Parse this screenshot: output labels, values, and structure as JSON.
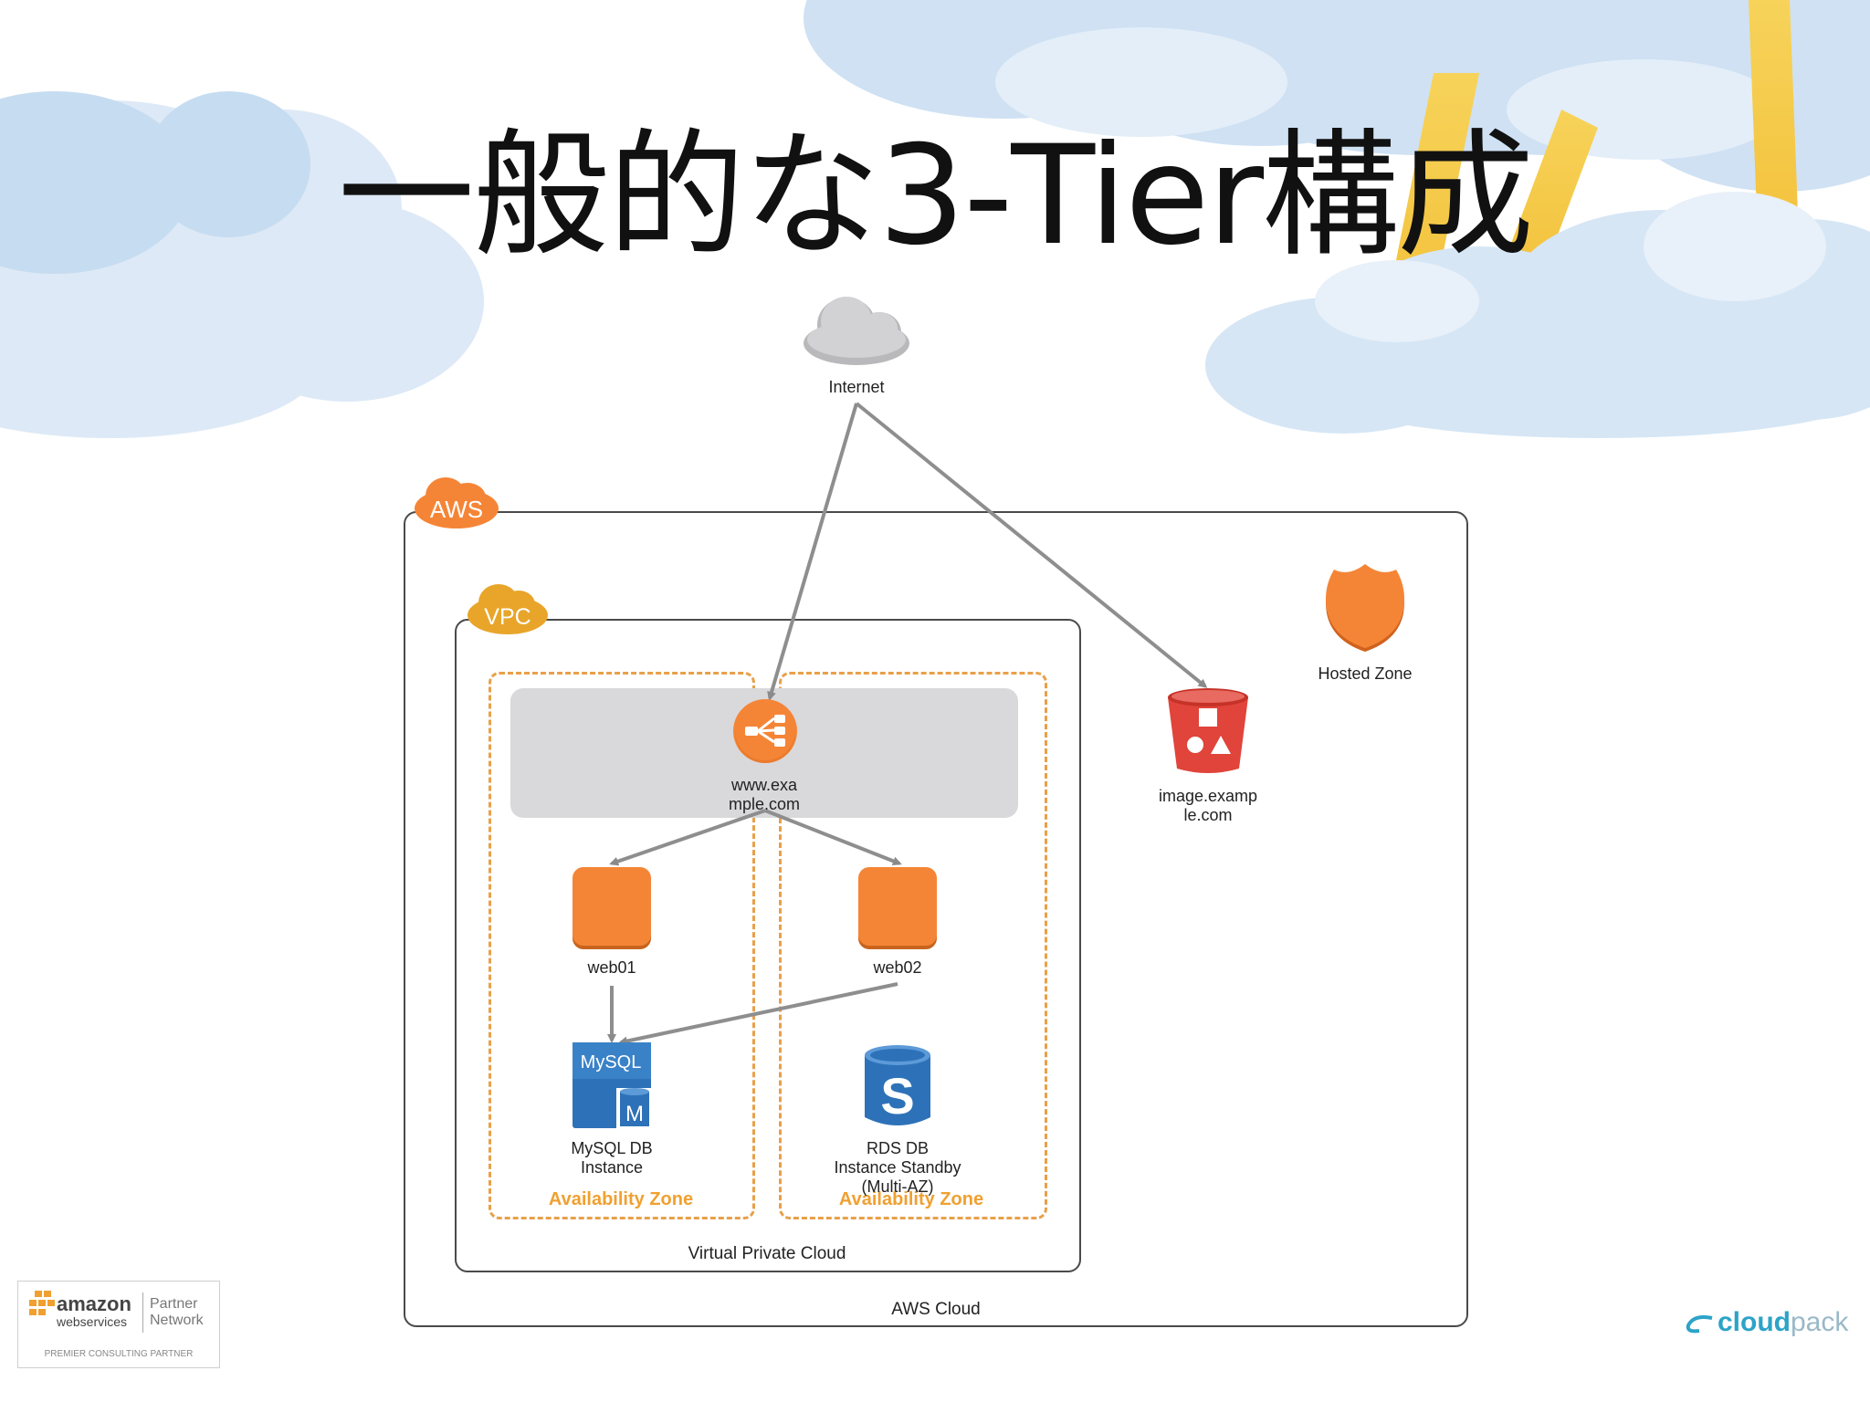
{
  "slide": {
    "title": "一般的な3-Tier構成"
  },
  "diagram": {
    "internet": {
      "label": "Internet",
      "icon": "cloud-icon"
    },
    "aws": {
      "badge": "AWS",
      "footer": "AWS Cloud"
    },
    "vpc": {
      "badge": "VPC",
      "footer": "Virtual Private Cloud"
    },
    "availability_zones": [
      {
        "label": "Availability Zone"
      },
      {
        "label": "Availability Zone"
      }
    ],
    "elb": {
      "label_line1": "www.exa",
      "label_line2": "mple.com",
      "icon": "load-balancer-icon"
    },
    "web01": {
      "label": "web01",
      "icon": "ec2-instance-icon"
    },
    "web02": {
      "label": "web02",
      "icon": "ec2-instance-icon"
    },
    "mysql": {
      "icon_text": "MySQL",
      "icon_badge": "M",
      "label_line1": "MySQL DB",
      "label_line2": "Instance"
    },
    "rds_standby": {
      "icon_text": "S",
      "label_line1": "RDS DB",
      "label_line2": "Instance Standby",
      "label_line3": "(Multi-AZ)"
    },
    "s3": {
      "label_line1": "image.examp",
      "label_line2": "le.com",
      "icon": "s3-bucket-icon"
    },
    "hosted_zone": {
      "label": "Hosted Zone",
      "icon": "route53-shield-icon"
    }
  },
  "partner_badge": {
    "brand_top": "amazon",
    "brand_bottom": "webservices",
    "partner_line1": "Partner",
    "partner_line2": "Network",
    "tier": "PREMIER CONSULTING PARTNER"
  },
  "company_logo": {
    "text_bold": "cloud",
    "text_light": "pack"
  },
  "colors": {
    "aws_orange": "#f58536",
    "vpc_gold": "#f0b429",
    "az_dash": "#e8a04a",
    "db_blue": "#2d72b8",
    "s3_red": "#e0443a",
    "sky_blue": "#c9def2",
    "sun_yellow": "#f5c842"
  }
}
